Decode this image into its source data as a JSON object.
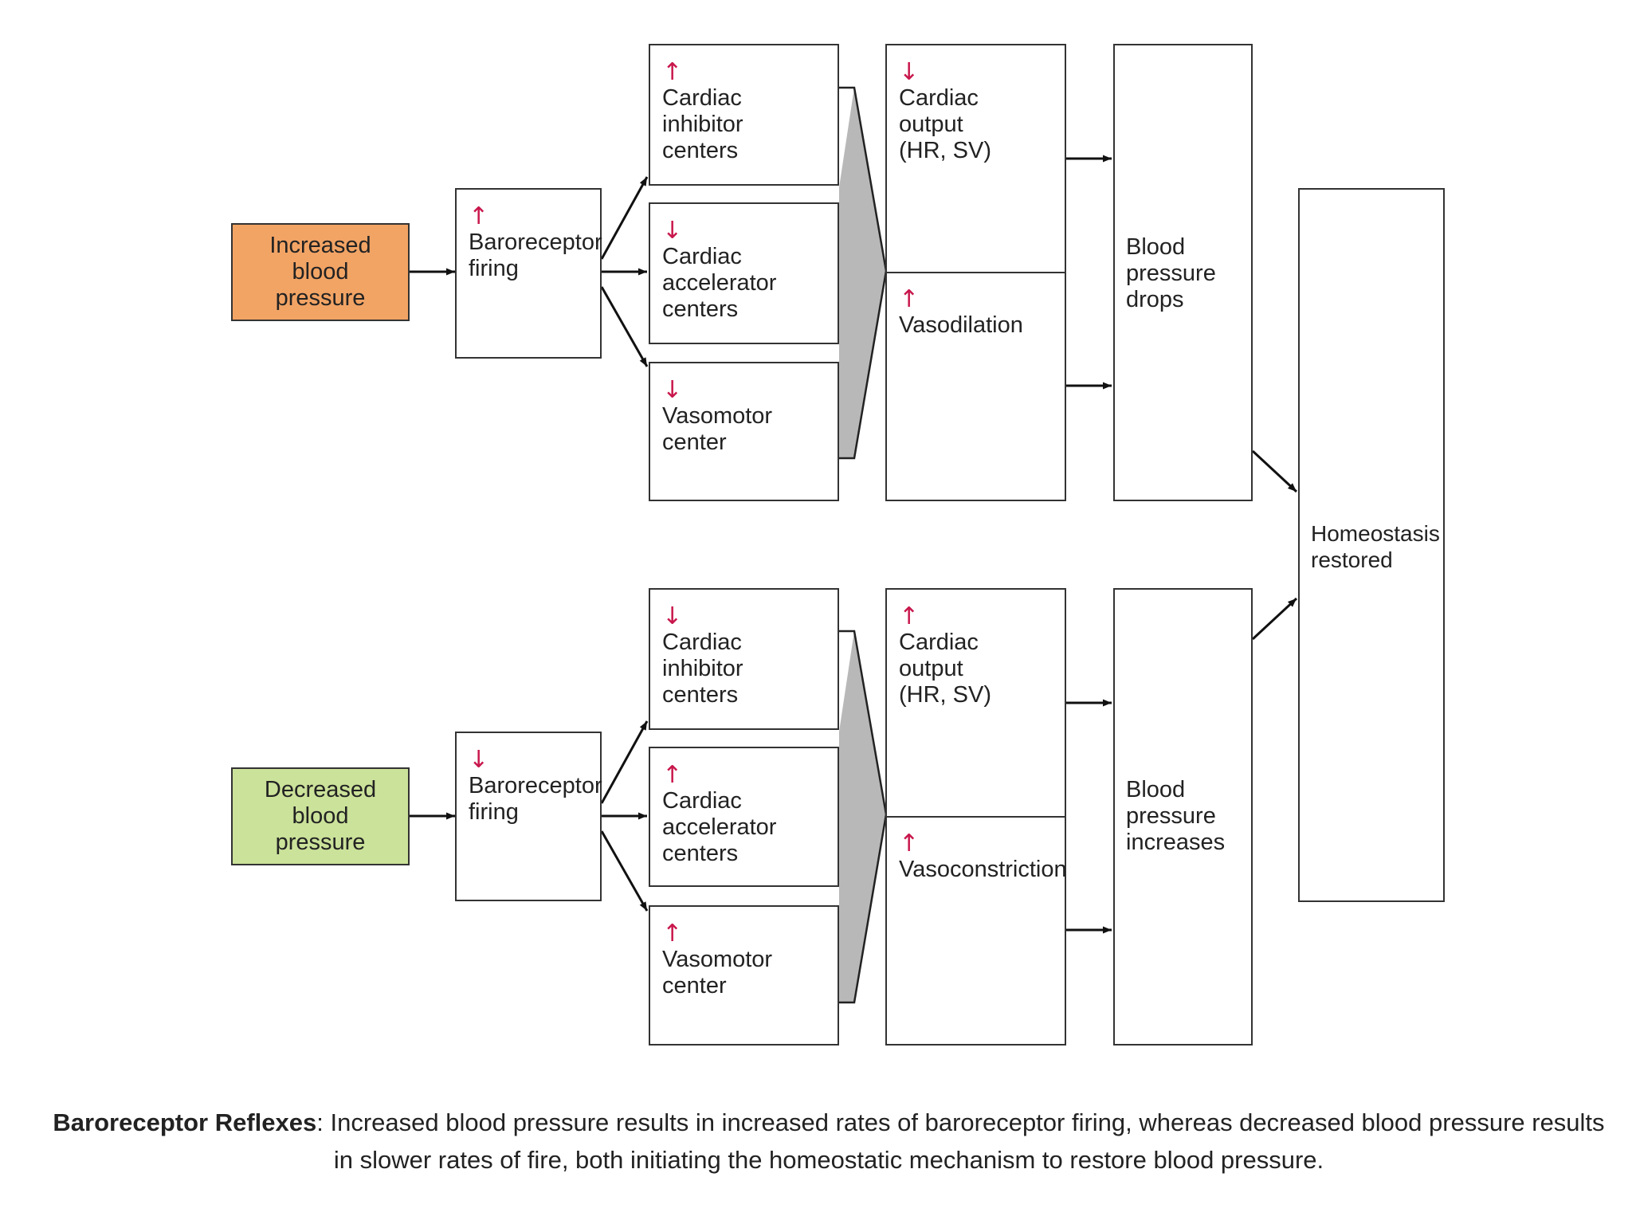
{
  "colors": {
    "increased": "#f2a465",
    "decreased": "#cbe29a",
    "indicator": "#c8174c",
    "funnel": "#b8b8b8"
  },
  "top": {
    "start": "Increased\nblood\npressure",
    "baroreceptor": {
      "arrow": "↑",
      "label": "Baroreceptor\nfiring"
    },
    "centers": [
      {
        "arrow": "↑",
        "label": "Cardiac\ninhibitor\ncenters"
      },
      {
        "arrow": "↓",
        "label": "Cardiac\naccelerator\ncenters"
      },
      {
        "arrow": "↓",
        "label": "Vasomotor\ncenter"
      }
    ],
    "effects": [
      {
        "arrow": "↓",
        "label": "Cardiac\noutput\n(HR, SV)"
      },
      {
        "arrow": "↑",
        "label": "Vasodilation"
      }
    ],
    "result": "Blood\npressure\ndrops"
  },
  "bottom": {
    "start": "Decreased\nblood\npressure",
    "baroreceptor": {
      "arrow": "↓",
      "label": "Baroreceptor\nfiring"
    },
    "centers": [
      {
        "arrow": "↓",
        "label": "Cardiac\ninhibitor\ncenters"
      },
      {
        "arrow": "↑",
        "label": "Cardiac\naccelerator\ncenters"
      },
      {
        "arrow": "↑",
        "label": "Vasomotor\ncenter"
      }
    ],
    "effects": [
      {
        "arrow": "↑",
        "label": "Cardiac\noutput\n(HR, SV)"
      },
      {
        "arrow": "↑",
        "label": "Vasoconstriction"
      }
    ],
    "result": "Blood\npressure\nincreases"
  },
  "homeostasis": "Homeostasis\nrestored",
  "caption": {
    "bold": "Baroreceptor Reflexes",
    "text": ": Increased blood pressure results in increased rates of baroreceptor firing, whereas decreased blood pressure results in slower rates of fire, both initiating the homeostatic mechanism to restore blood pressure."
  }
}
